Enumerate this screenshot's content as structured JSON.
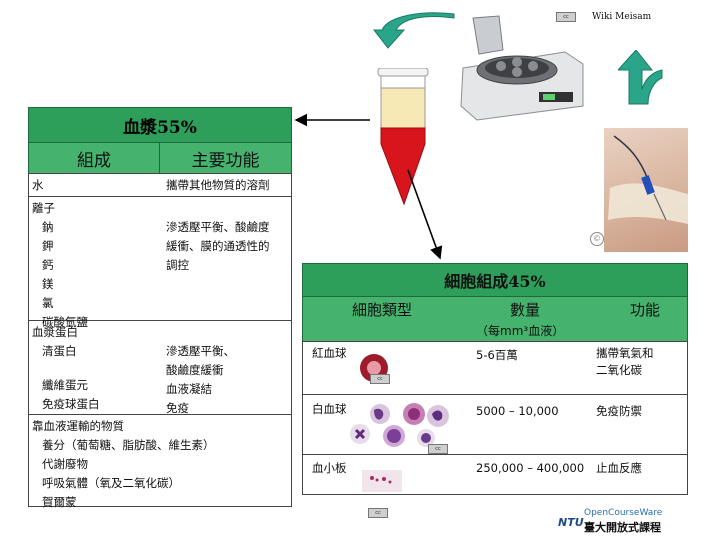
{
  "credit": "Wiki Meisam",
  "plasma": {
    "title": "血漿55%",
    "col_component": "組成",
    "col_function": "主要功能",
    "rows": {
      "water": "水",
      "water_fn": "攜帶其他物質的溶劑",
      "ions_head": "離子",
      "ions": [
        "鈉",
        "鉀",
        "鈣",
        "鎂",
        "氯",
        "碳酸氫鹽"
      ],
      "ions_fn_1": "滲透壓平衡、酸鹼度",
      "ions_fn_2": "緩衝、膜的通透性的",
      "ions_fn_3": "調控",
      "protein_head": "血漿蛋白",
      "albumin": "清蛋白",
      "albumin_fn_1": "滲透壓平衡、",
      "albumin_fn_2": "酸鹼度緩衝",
      "fibrinogen": "纖維蛋元",
      "fibrinogen_fn": "血液凝結",
      "globulin": "免疫球蛋白",
      "globulin_fn": "免疫",
      "transported_head": "靠血液運輸的物質",
      "transported": [
        "養分（葡萄糖、脂肪酸、維生素）",
        "代謝廢物",
        "呼吸氣體（氧及二氧化碳）",
        "賀爾蒙"
      ]
    }
  },
  "cells": {
    "title": "細胞組成45%",
    "col_type": "細胞類型",
    "col_count": "數量",
    "col_count_unit": "（每mm³血液）",
    "col_function": "功能",
    "rows": [
      {
        "type": "紅血球",
        "count": "5-6百萬",
        "function_1": "攜帶氧氣和",
        "function_2": "二氧化碳"
      },
      {
        "type": "白血球",
        "count": "5000 – 10,000",
        "function_1": "免疫防禦",
        "function_2": ""
      },
      {
        "type": "血小板",
        "count": "250,000 – 400,000",
        "function_1": "止血反應",
        "function_2": ""
      }
    ]
  },
  "logo": {
    "en": "OpenCourseWare",
    "zh": "臺大開放式課程",
    "abbr": "NTU"
  },
  "colors": {
    "header_green": "#2e9e5b",
    "subheader_green": "#45b36e",
    "arrow_teal": "#2aa58a",
    "plasma_yellow": "#f6e9b6",
    "blood_red": "#d8141c"
  }
}
